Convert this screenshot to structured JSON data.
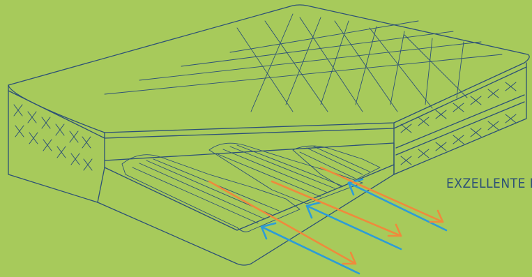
{
  "caption": {
    "text": "EXZELLENTE DU"
  },
  "colors": {
    "background": "#a7ca5b",
    "ink": "#2c5077",
    "arrow_in": "#2d9cd8",
    "arrow_out": "#ef8a3c"
  },
  "icons": [
    "mattress-illustration",
    "airflow-arrow-in",
    "airflow-arrow-out"
  ]
}
